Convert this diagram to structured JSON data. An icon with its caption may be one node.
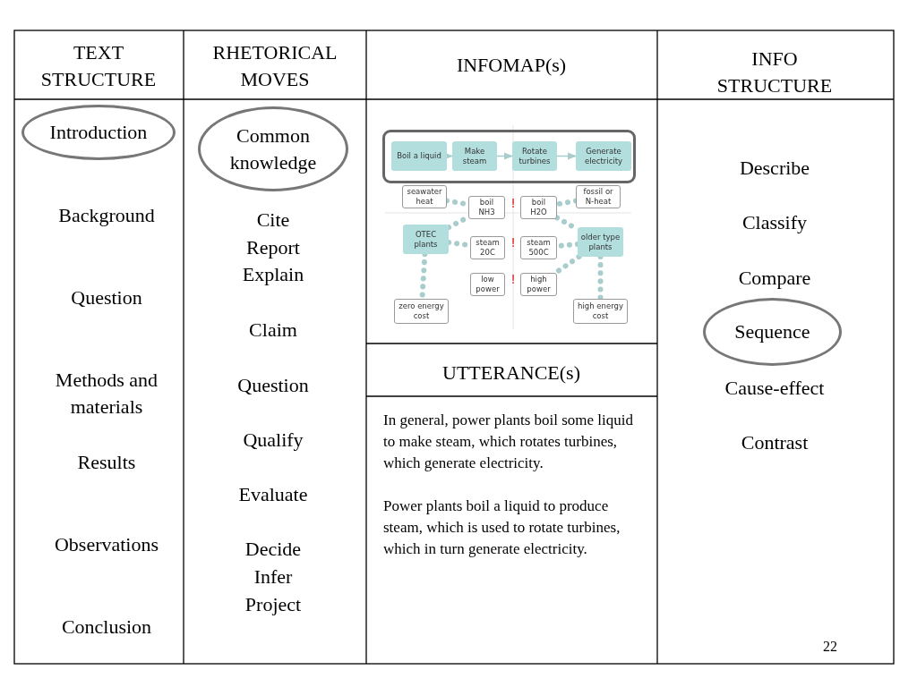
{
  "diagram": {
    "nodes": [
      {
        "text": [
          "Introduction"
        ]
      },
      {
        "text": [
          "Common knowledge"
        ]
      },
      {
        "text": [],
        "shape": "box"
      },
      {
        "text": [
          "Boil a liquid"
        ],
        "in": 2
      },
      {
        "text": [
          "Make steam"
        ],
        "in": 2
      },
      {
        "text": [
          "Rotate turbines"
        ],
        "in": 2
      },
      {
        "text": [
          "Generate electricity"
        ],
        "in": 2
      },
      {
        "text": [
          "seawater heat"
        ]
      },
      {
        "text": [
          "boil NH3"
        ]
      },
      {
        "text": [
          "boil H2O"
        ]
      },
      {
        "text": [
          "fossil or N-heat"
        ]
      },
      {
        "text": [
          "OTEC plants"
        ]
      },
      {
        "text": [
          "steam 20C"
        ]
      },
      {
        "text": [
          "steam 500C"
        ]
      },
      {
        "text": [
          "older type plants"
        ]
      },
      {
        "text": [
          "low power"
        ]
      },
      {
        "text": [
          "high power"
        ]
      },
      {
        "text": [
          "zero energy cost"
        ]
      },
      {
        "text": [
          "high energy cost"
        ]
      },
      {
        "text": [
          "Sequence"
        ]
      }
    ],
    "edges": [
      {
        "from": 3,
        "to": 4,
        "arrow": "to"
      },
      {
        "from": 4,
        "to": 5,
        "arrow": "to"
      },
      {
        "from": 5,
        "to": 6,
        "arrow": "to"
      },
      {
        "from": 7,
        "to": 8,
        "arrow": "none",
        "style": "dashed"
      },
      {
        "from": 11,
        "to": 8,
        "arrow": "none",
        "style": "dashed"
      },
      {
        "from": 11,
        "to": 12,
        "arrow": "none",
        "style": "dashed"
      },
      {
        "from": 11,
        "to": 17,
        "arrow": "none",
        "style": "dashed"
      },
      {
        "from": 10,
        "to": 9,
        "arrow": "none",
        "style": "dashed"
      },
      {
        "from": 9,
        "to": 14,
        "arrow": "none",
        "style": "dashed"
      },
      {
        "from": 14,
        "to": 13,
        "arrow": "none",
        "style": "dashed"
      },
      {
        "from": 14,
        "to": 16,
        "arrow": "none",
        "style": "dashed"
      },
      {
        "from": 14,
        "to": 18,
        "arrow": "none",
        "style": "dashed"
      }
    ],
    "labels": [
      "TEXT STRUCTURE",
      "RHETORICAL MOVES",
      "INFOMAP(s)",
      "INFO STRUCTURE",
      "Background",
      "Question",
      "Methods and materials",
      "Results",
      "Observations",
      "Conclusion",
      "Cite",
      "Report",
      "Explain",
      "Claim",
      "Question",
      "Qualify",
      "Evaluate",
      "Decide",
      "Infer",
      "Project",
      "!",
      "!",
      "!",
      "UTTERANCE(s)",
      "In general, power plants boil some liquid to make steam, which rotates turbines, which generate electricity.",
      "Power plants boil a liquid to produce steam, which is used to rotate turbines, which in turn generate electricity.",
      "Describe",
      "Classify",
      "Compare",
      "Cause-effect",
      "Contrast",
      "22"
    ]
  }
}
